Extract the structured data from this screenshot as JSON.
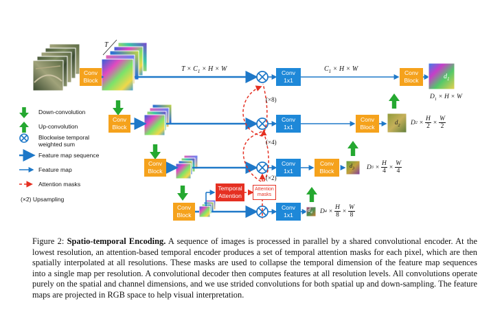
{
  "labels": {
    "conv_block": [
      "Conv",
      "Block"
    ],
    "conv_1x1": [
      "Conv",
      "1x1"
    ],
    "temporal_attention": [
      "Temporal",
      "Attention"
    ],
    "attention_masks": [
      "Attention",
      "masks"
    ],
    "upsample_x8": "(×8)",
    "upsample_x4": "(×4)",
    "upsample_x2": "(×2)",
    "t_symbol": "T",
    "dims_top_in": "T × C",
    "dims_top_in_sub": "1",
    "dims_top_in_rest": " × H × W",
    "dims_top_out": "C",
    "dims_top_out_sub": "1",
    "dims_top_out_rest": " × H × W",
    "d1": "d",
    "d1_sub": "1",
    "d2": "d",
    "d2_sub": "2",
    "d3": "d",
    "d3_sub": "3",
    "d4": "d",
    "d4_sub": "4",
    "out1": "D",
    "out1_sub": "1",
    "out1_rest": " × H × W",
    "out2_pre": "D",
    "out2_sub": "2",
    "out2_frac1_num": "H",
    "out2_frac1_den": "2",
    "out2_frac2_num": "W",
    "out2_frac2_den": "2",
    "out3_pre": "D",
    "out3_sub": "3",
    "out3_frac1_num": "H",
    "out3_frac1_den": "4",
    "out3_frac2_num": "W",
    "out3_frac2_den": "4",
    "out4_pre": "D",
    "out4_sub": "4",
    "out4_frac1_num": "H",
    "out4_frac1_den": "8",
    "out4_frac2_num": "W",
    "out4_frac2_den": "8"
  },
  "legend": [
    {
      "icon": "down-convolution-icon",
      "label": "Down-convolution"
    },
    {
      "icon": "up-convolution-icon",
      "label": "Up-convolution"
    },
    {
      "icon": "blockwise-sum-icon",
      "label": "Blockwise temporal weighted sum"
    },
    {
      "icon": "thick-arrow-icon",
      "label": "Feature map sequence"
    },
    {
      "icon": "thin-arrow-icon",
      "label": "Feature map"
    },
    {
      "icon": "dashed-red-arrow-icon",
      "label": "Attention masks"
    },
    {
      "icon": "upsampling-icon",
      "label": "(×2) Upsampling"
    }
  ],
  "legend_labels": {
    "down": "Down-convolution",
    "up": "Up-convolution",
    "sum1": "Blockwise temporal",
    "sum2": "weighted sum",
    "seq": "Feature map sequence",
    "fmap": "Feature map",
    "masks": "Attention masks",
    "ups": "(×2) Upsampling"
  },
  "caption": {
    "prefix": "Figure 2: ",
    "title": "Spatio-temporal Encoding.",
    "body": " A sequence of images is processed in parallel by a shared convolutional encoder. At the lowest resolution, an attention-based temporal encoder produces a set of temporal attention masks for each pixel, which are then spatially interpolated at all resolutions. These masks are used to collapse the temporal dimension of the feature map sequences into a single map per resolution. A convolutional decoder then computes features at all resolution levels. All convolutions operate purely on the spatial and channel dimensions, and we use strided convolutions for both spatial up and down-sampling. The feature maps are projected in RGB space to help visual interpretation."
  },
  "colors": {
    "conv_block": "#f5a21c",
    "conv_1x1": "#1e88d8",
    "arrow": "#1e78c8",
    "green_arrow": "#25a830",
    "attention": "#e53022"
  }
}
